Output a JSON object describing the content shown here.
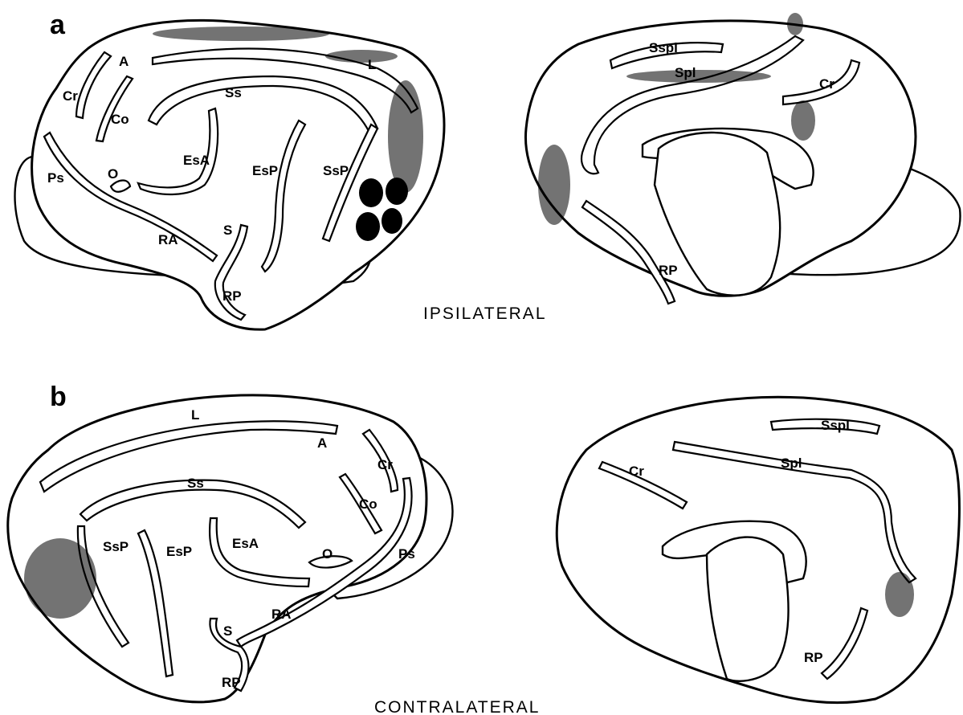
{
  "figure": {
    "panels": [
      {
        "letter": "a",
        "condition": "IPSILATERAL",
        "lateral_view_labels": [
          "A",
          "L",
          "Cr",
          "Co",
          "Ss",
          "EsA",
          "EsP",
          "SsP",
          "O",
          "Ps",
          "RA",
          "S",
          "RP"
        ],
        "medial_view_labels": [
          "Sspl",
          "Spl",
          "Cr",
          "RP"
        ]
      },
      {
        "letter": "b",
        "condition": "CONTRALATERAL",
        "lateral_view_labels": [
          "L",
          "A",
          "Cr",
          "Ss",
          "Co",
          "EsA",
          "SsP",
          "EsP",
          "O",
          "Ps",
          "RA",
          "S",
          "RP"
        ],
        "medial_view_labels": [
          "Sspl",
          "Spl",
          "Cr",
          "RP"
        ]
      }
    ]
  }
}
